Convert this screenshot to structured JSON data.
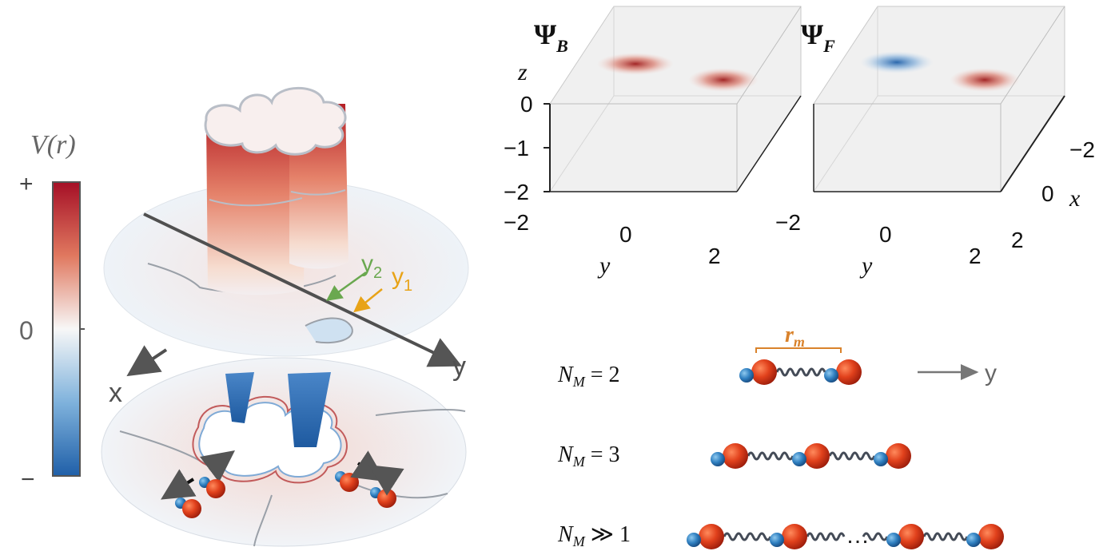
{
  "colorbar": {
    "title": "V(r)",
    "plus": "+",
    "zero": "0",
    "minus": "−",
    "colors": {
      "top": "#b2182b",
      "mid": "#f7f7f7",
      "bottom": "#2166ac"
    }
  },
  "potential_plot": {
    "axis_x": "x",
    "axis_y": "y",
    "label_y1": "y",
    "label_y1_sub": "1",
    "label_y2": "y",
    "label_y2_sub": "2",
    "colors": {
      "y1_arrow": "#e8a317",
      "y2_arrow": "#6aa84f",
      "wall": "#c4383a",
      "well": "#2f6db5"
    }
  },
  "wavefunction_plots": [
    {
      "title": "Ψ",
      "title_sub": "B",
      "z_label": "z",
      "y_label": "y",
      "z_ticks": [
        "0",
        "−1",
        "−2"
      ],
      "y_ticks": [
        "−2",
        "0",
        "2"
      ]
    },
    {
      "title": "Ψ",
      "title_sub": "F",
      "y_label": "y",
      "x_label": "x",
      "x_ticks": [
        "−2",
        "0",
        "2"
      ],
      "y_ticks": [
        "−2",
        "0",
        "2"
      ]
    }
  ],
  "chains": {
    "rm_label": "r",
    "rm_sub": "m",
    "y_arrow_label": "y",
    "rows": [
      {
        "label": "N",
        "sub": "M",
        "rel": " = 2"
      },
      {
        "label": "N",
        "sub": "M",
        "rel": " = 3"
      },
      {
        "label": "N",
        "sub": "M",
        "rel": " ≫ 1"
      }
    ],
    "ellipsis": "…",
    "colors": {
      "red_atom": "#d7301f",
      "blue_atom": "#2c7fb8",
      "spring": "#444b57",
      "rm_bracket": "#d9822b"
    }
  }
}
